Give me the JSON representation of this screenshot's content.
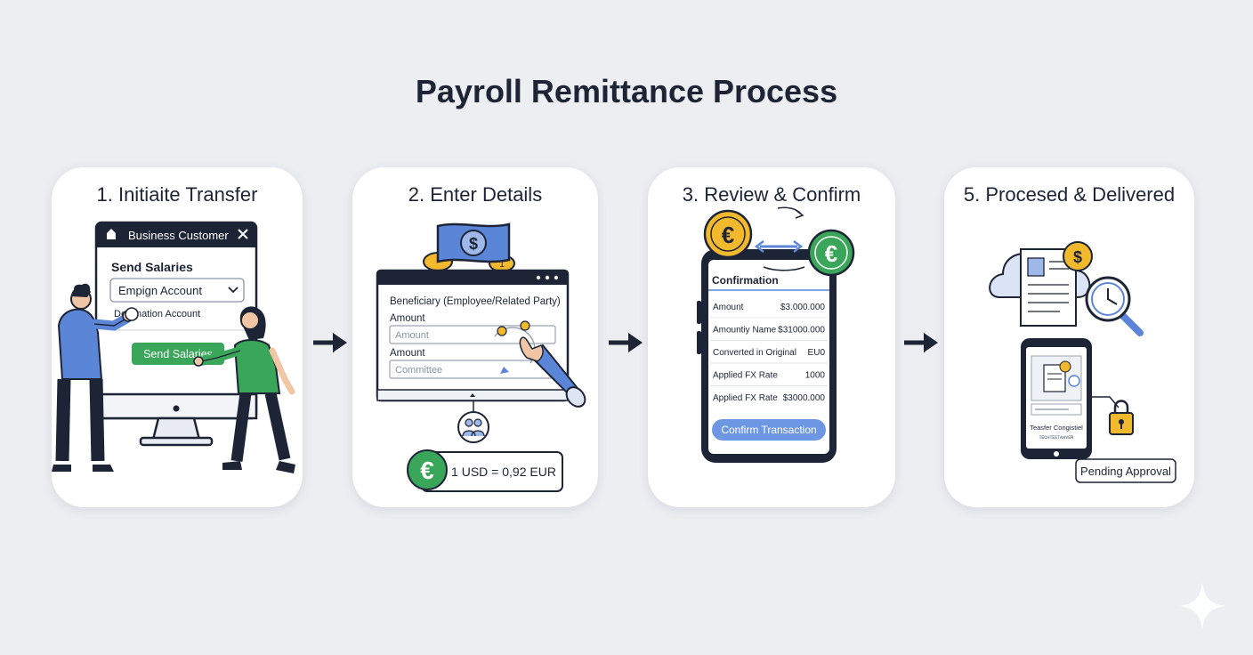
{
  "title": "Payroll Remittance Process",
  "colors": {
    "navy": "#1c2436",
    "blue": "#5b86d8",
    "green": "#3aa65a",
    "gold": "#f2b92e",
    "bg": "#eceef2"
  },
  "steps": [
    {
      "title": "1. Initiaite Transfer",
      "window_title": "Business Customer",
      "heading": "Send Salaries",
      "select_value": "Empign Account",
      "field_label": "Destination Account",
      "button_label": "Send Salaries",
      "icons": [
        "home-icon",
        "close-icon",
        "chevron-down-icon",
        "monitor-icon"
      ]
    },
    {
      "title": "2. Enter Details",
      "form_title": "Beneficiary (Employee/Related Party)",
      "amount_label": "Amount",
      "amount_placeholder": "Amount",
      "amount_label2": "Amount",
      "committee_placeholder": "Committee",
      "rate_text": "1 USD = 0,92 EUR",
      "icons": [
        "dollar-bill-icon",
        "coins-icon",
        "euro-coin-icon",
        "people-icon",
        "hand-pointer-icon"
      ]
    },
    {
      "title": "3. Review & Confirm",
      "panel_title": "Confirmation",
      "rows": [
        {
          "label": "Amount",
          "value": "$3.000.000"
        },
        {
          "label": "Amountiy Name",
          "value": "$31000.000"
        },
        {
          "label": "Converted in Original",
          "value": "EU0"
        },
        {
          "label": "Applied FX Rate",
          "value": "1000"
        },
        {
          "label": "Applied FX Rate",
          "value": "$3000.000"
        }
      ],
      "button_label": "Confirm Transaction",
      "icons": [
        "euro-coin-icon",
        "swap-arrows-icon",
        "phone-icon"
      ]
    },
    {
      "title": "5. Procesed & Delivered",
      "phone_text": "Teasfer Congistiel",
      "phone_subtext": "ᴛᴇᴄʜᴛᴇᴇᴛᴀʜᴠᴇʀ",
      "badge": "Pending Approval",
      "icons": [
        "cloud-icon",
        "document-icon",
        "dollar-coin-icon",
        "clock-magnifier-icon",
        "phone-icon",
        "lock-icon"
      ]
    }
  ]
}
